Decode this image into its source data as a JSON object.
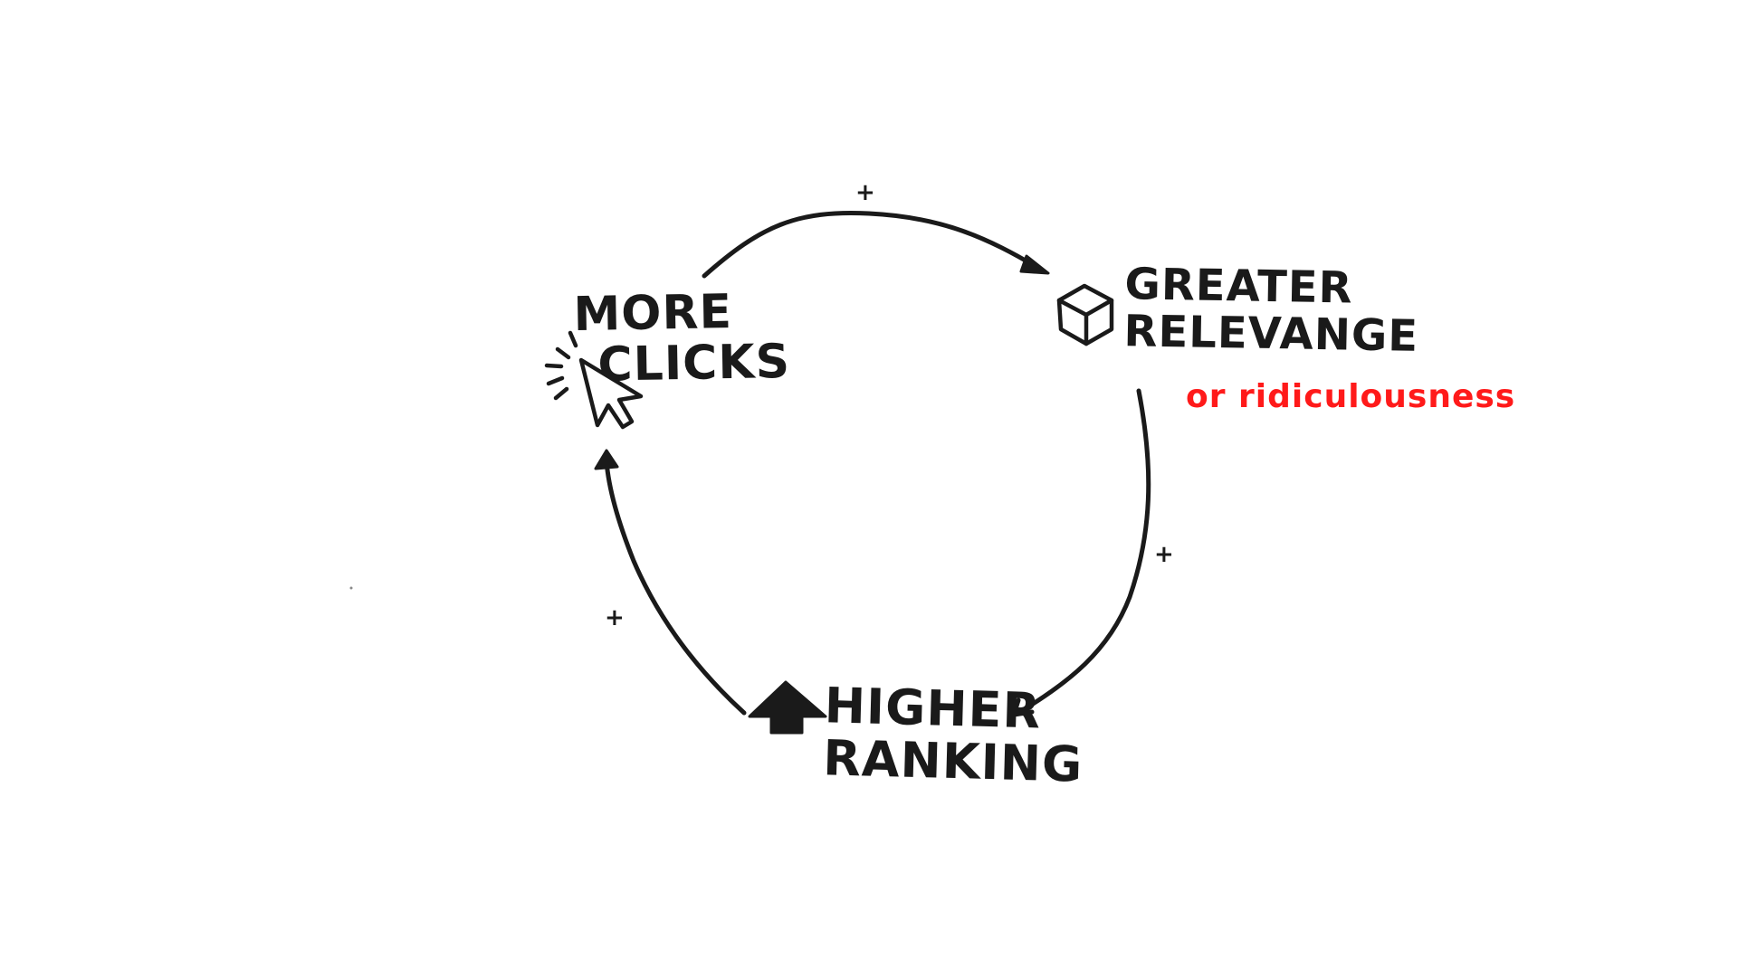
{
  "diagram": {
    "nodes": [
      {
        "id": "more-clicks",
        "line1": "More",
        "line2": "Clicks",
        "icon": "cursor-click-icon"
      },
      {
        "id": "greater-relevance",
        "line1": "Greater",
        "line2": "Relevange",
        "icon": "cube-icon"
      },
      {
        "id": "higher-ranking",
        "line1": "Higher",
        "line2": "Ranking",
        "icon": "up-arrow-icon"
      }
    ],
    "edges": [
      {
        "from": "more-clicks",
        "to": "greater-relevance",
        "sign": "+"
      },
      {
        "from": "greater-relevance",
        "to": "higher-ranking",
        "sign": "+"
      },
      {
        "from": "higher-ranking",
        "to": "more-clicks",
        "sign": "+"
      }
    ],
    "annotation": {
      "text": "or ridiculousness",
      "color": "#ff1a1a"
    },
    "ink_color": "#1a1a1a",
    "background": "#ffffff"
  }
}
